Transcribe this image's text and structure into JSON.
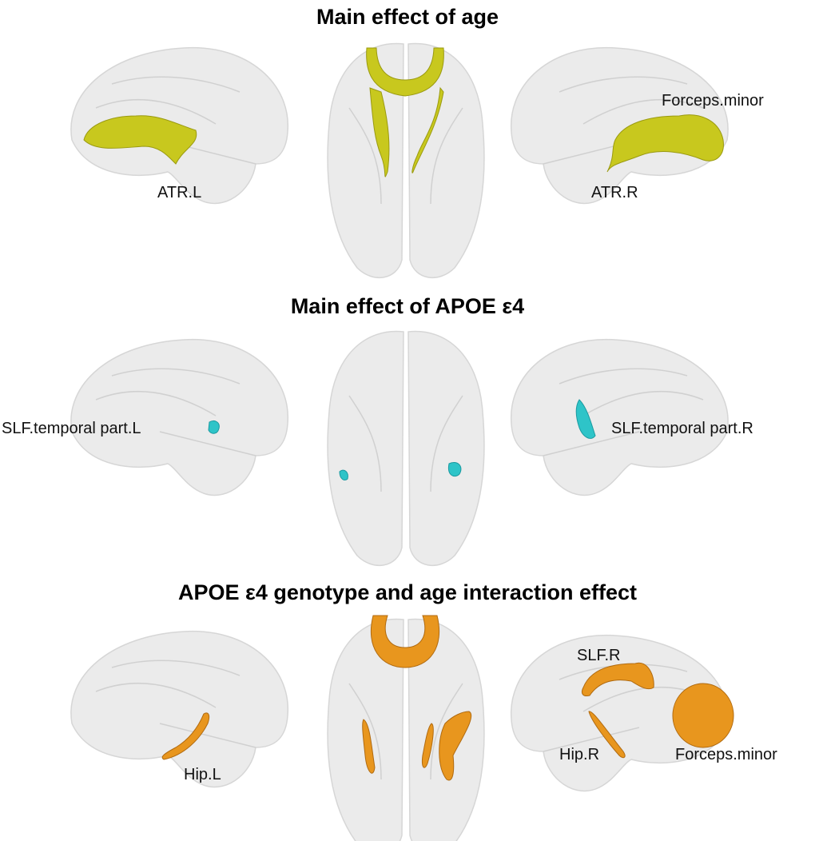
{
  "panels": [
    {
      "title": "Main effect of age",
      "color": "#c8c81e",
      "labels": {
        "left": "ATR.L",
        "right_1": "ATR.R",
        "right_2": "Forceps.minor"
      }
    },
    {
      "title": "Main effect of APOE ε4",
      "color": "#2ec4c8",
      "labels": {
        "left": "SLF.temporal part.L",
        "right_1": "SLF.temporal part.R"
      }
    },
    {
      "title": "APOE ε4 genotype and age interaction effect",
      "color": "#e8961e",
      "labels": {
        "left": "Hip.L",
        "right_1": "SLF.R",
        "right_2": "Hip.R",
        "right_3": "Forceps.minor"
      }
    }
  ]
}
